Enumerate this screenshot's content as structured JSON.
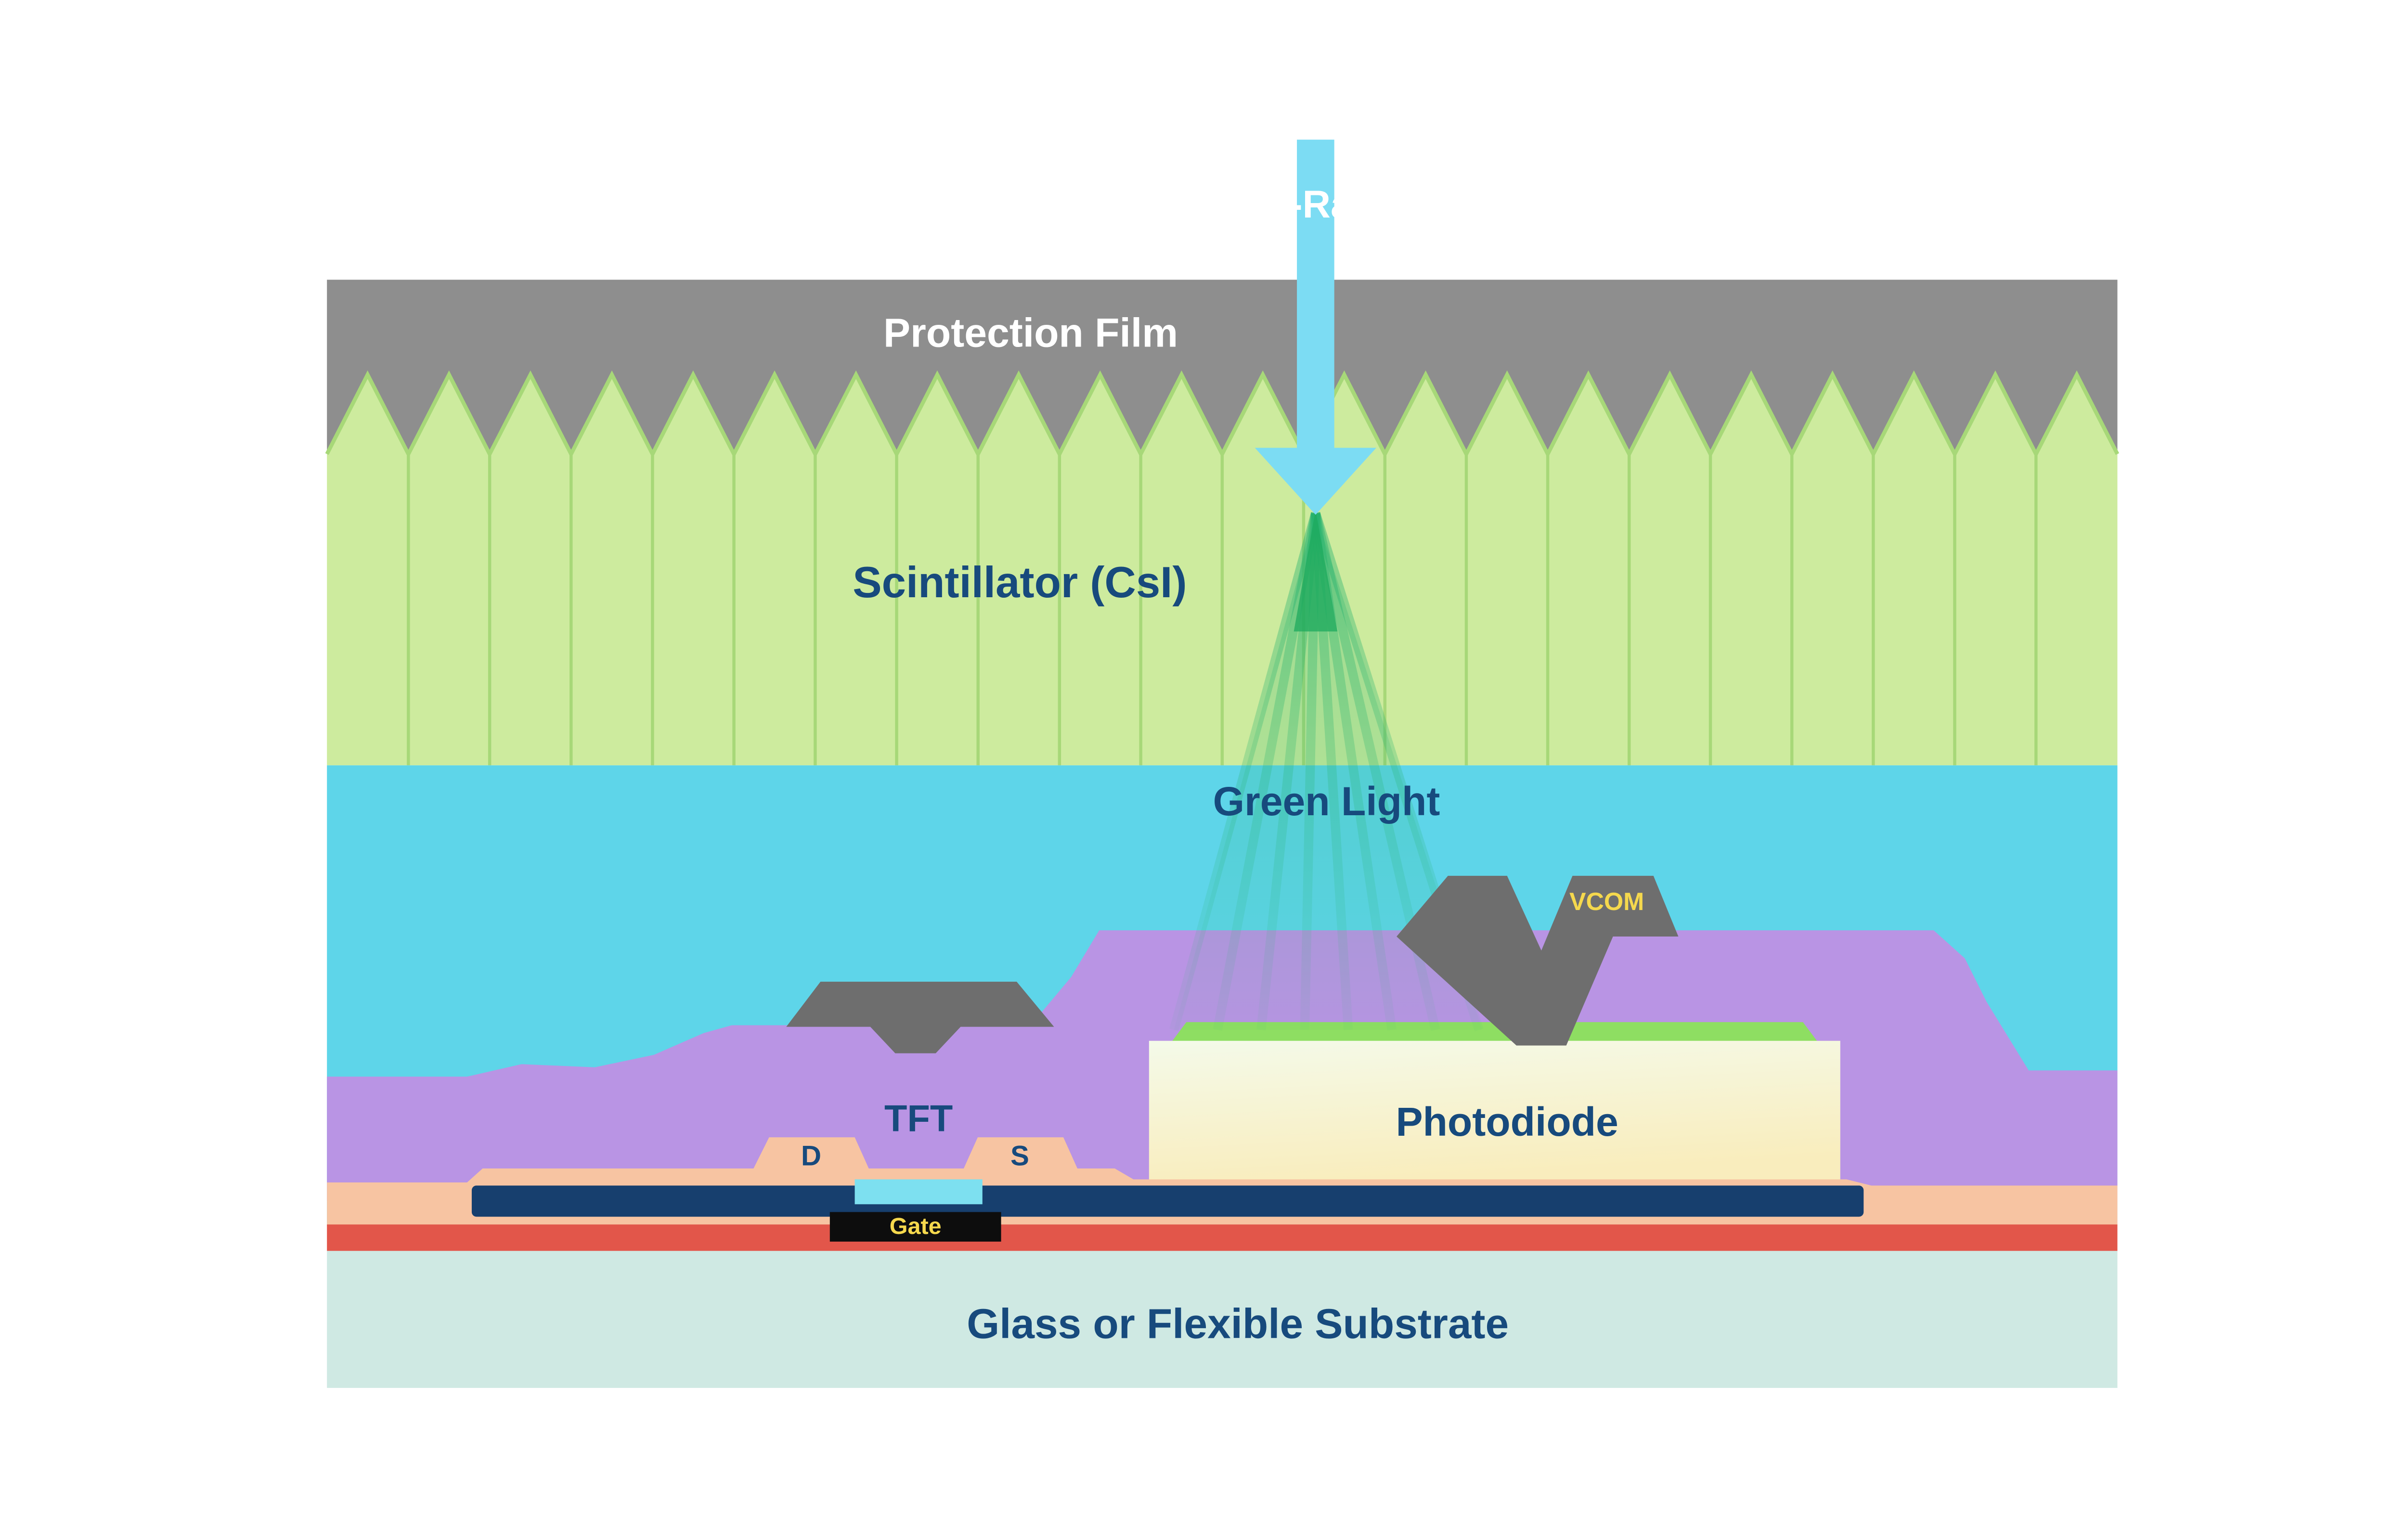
{
  "labels": {
    "xray": "X-Ray",
    "protection_film": "Protection Film",
    "scintillator": "Scintillator (CsI)",
    "green_light": "Green Light",
    "vcom": "VCOM",
    "tft": "TFT",
    "drain": "D",
    "source": "S",
    "photodiode": "Photodiode",
    "gate": "Gate",
    "substrate": "Glass or Flexible Substrate"
  },
  "colors": {
    "background": "#ffffff",
    "protection_film": "#8e8e8e",
    "scintillator_fill": "#cdeb9e",
    "scintillator_edge": "#a7d878",
    "light_layer_cyan": "#5ed5e9",
    "xray_arrow": "#7cdcf3",
    "green_light": "#25b26e",
    "green_light_core": "#1ea95e",
    "planarization_purple": "#b994e4",
    "electrode_gray": "#6e6e6e",
    "photodiode_cap_green": "#8ede62",
    "photodiode_fill_top": "#f4fae9",
    "photodiode_fill_bottom": "#f9edbd",
    "passivation_salmon": "#f7c4a2",
    "metal_navy": "#173f6e",
    "channel_cyan": "#7de0f0",
    "gate_black": "#0d0d0d",
    "accent_yellow": "#f5d84d",
    "barrier_red": "#e2564a",
    "substrate_teal": "#cfe9e3",
    "label_navy": "#174a7d",
    "label_white": "#ffffff"
  }
}
